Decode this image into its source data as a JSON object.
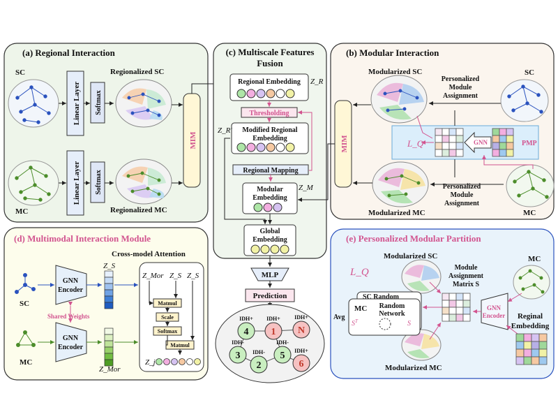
{
  "panels": {
    "a": {
      "title": "(a) Regional Interaction",
      "sc_label": "SC",
      "mc_label": "MC",
      "linear_layer": "Linear Layer",
      "softmax": "Softmax",
      "regionalized_sc": "Regionalized SC",
      "regionalized_mc": "Regionalized MC",
      "mim": "MIM"
    },
    "b": {
      "title": "(b) Modular Interaction",
      "modularized_sc": "Modularized SC",
      "modularized_mc": "Modularized MC",
      "sc_label": "SC",
      "mc_label": "MC",
      "personalized_assignment_line1": "Personalized",
      "personalized_assignment_line2": "Module",
      "personalized_assignment_line3": "Assignment",
      "lq": "L_Q",
      "gnn": "GNN",
      "pmp": "PMP",
      "mim": "MIM"
    },
    "c": {
      "title_line1": "(c) Multiscale Features",
      "title_line2": "Fusion",
      "regional_embedding": "Regional Embedding",
      "zr": "Z_R",
      "thresholding": "Thresholding",
      "modified_line1": "Modified Regional",
      "modified_line2": "Embedding",
      "zr_prime": "Z_R'",
      "regional_mapping": "Regional Mapping",
      "modular_line1": "Modular",
      "modular_line2": "Embedding",
      "zm": "Z_M",
      "global_line1": "Global",
      "global_line2": "Embedding",
      "mlp": "MLP",
      "prediction": "Prediction"
    },
    "d": {
      "title": "(d) Multimodal Interaction Module",
      "cross_attention": "Cross-model Attention",
      "sc_label": "SC",
      "mc_label": "MC",
      "gnn_encoder_line1": "GNN",
      "gnn_encoder_line2": "Encoder",
      "shared_weights": "Shared Weights",
      "zs": "Z_S",
      "zmor": "Z_Mor",
      "zj": "Z_j",
      "matmul": "Matmul",
      "scale": "Scale",
      "softmax": "Softmax"
    },
    "e": {
      "title": "(e) Personalized Modular Partition",
      "modularized_sc": "Modularized SC",
      "modularized_mc": "Modularized MC",
      "mc_label": "MC",
      "lq": "L_Q",
      "sc_random": "SC  Random",
      "random_network_line1": "Random",
      "random_network_line2": "Network",
      "avg": "Avg",
      "module_line1": "Module",
      "module_line2": "Assignment",
      "module_line3": "Matrix S",
      "gnn_encoder_line1": "GNN",
      "gnn_encoder_line2": "Encoder",
      "reginal_line1": "Reginal",
      "reginal_line2": "Embedding"
    }
  },
  "prediction_nodes": [
    {
      "tag": "IDH+",
      "label": "4",
      "color": "#c9eec0"
    },
    {
      "tag": "IDH+",
      "label": "1",
      "color": "#f6c2c2"
    },
    {
      "tag": "IDH+",
      "label": "N",
      "color": "#f6c2c2"
    },
    {
      "tag": "IDH-",
      "label": "3",
      "color": "#c9eec0"
    },
    {
      "tag": "IDH-",
      "label": "2",
      "color": "#c9eec0"
    },
    {
      "tag": "IDH-",
      "label": "5",
      "color": "#c9eec0"
    },
    {
      "tag": "IDH+",
      "label": "6",
      "color": "#f6c2c2"
    }
  ],
  "colors": {
    "panel_a_bg": "#eef5ea",
    "panel_b_bg": "#fbf5ee",
    "panel_c_bg": "#f0f6ee",
    "panel_d_bg": "#fdfdec",
    "panel_e_bg": "#e9f3fb",
    "accent_pink": "#d2548f",
    "mim_fill": "#fff7d6",
    "embedding_colors": [
      "#aee6a7",
      "#f3aee0",
      "#d6c3f2",
      "#f6c9a2",
      "#ffffff",
      "#f2f2a6"
    ]
  }
}
